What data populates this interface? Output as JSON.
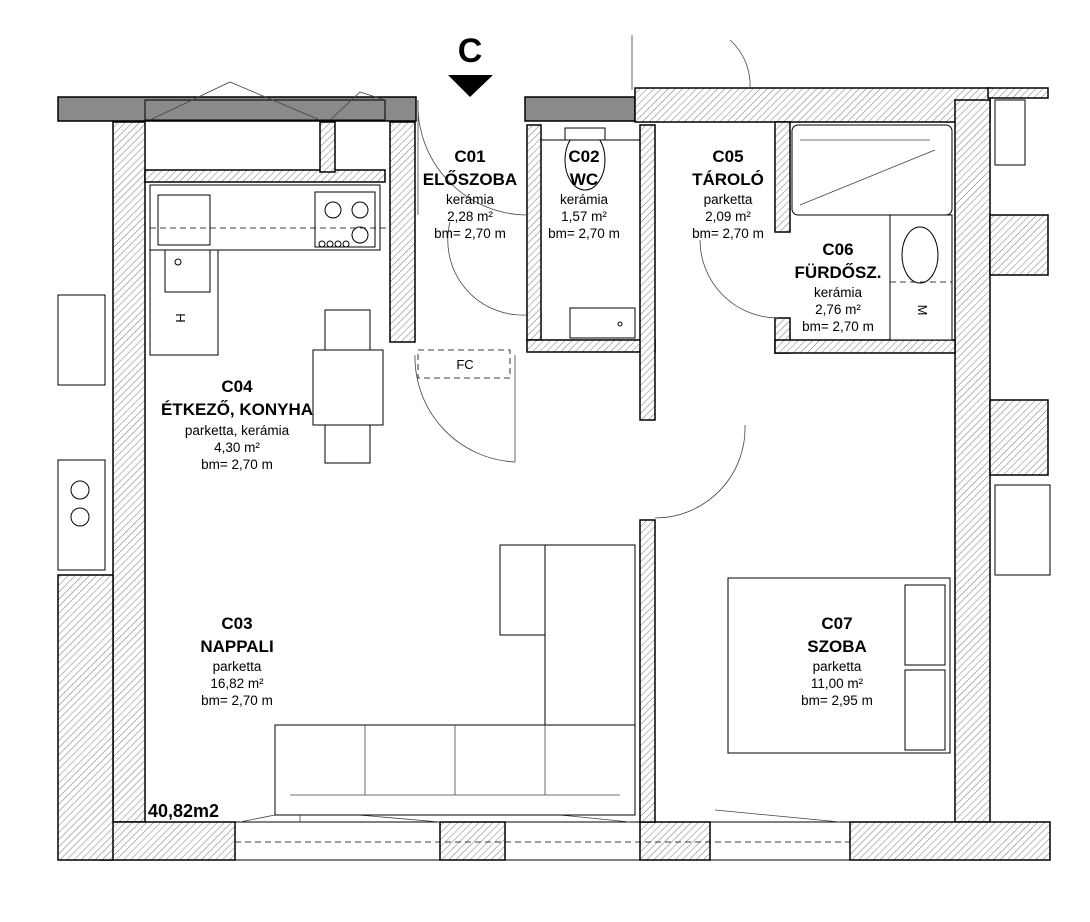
{
  "section_marker": "C",
  "total_area": "40,82m2",
  "fc_label": "FC",
  "appliance_labels": {
    "fridge": "H",
    "washer": "M"
  },
  "rooms": [
    {
      "code": "C01",
      "name": "ELŐSZOBA",
      "floor": "kerámia",
      "area": "2,28 m²",
      "height": "bm= 2,70 m"
    },
    {
      "code": "C02",
      "name": "WC",
      "floor": "kerámia",
      "area": "1,57 m²",
      "height": "bm= 2,70 m"
    },
    {
      "code": "C05",
      "name": "TÁROLÓ",
      "floor": "parketta",
      "area": "2,09 m²",
      "height": "bm= 2,70 m"
    },
    {
      "code": "C06",
      "name": "FÜRDŐSZ.",
      "floor": "kerámia",
      "area": "2,76 m²",
      "height": "bm= 2,70 m"
    },
    {
      "code": "C04",
      "name": "ÉTKEZŐ, KONYHA",
      "floor": "parketta, kerámia",
      "area": "4,30 m²",
      "height": "bm= 2,70 m"
    },
    {
      "code": "C03",
      "name": "NAPPALI",
      "floor": "parketta",
      "area": "16,82 m²",
      "height": "bm= 2,70 m"
    },
    {
      "code": "C07",
      "name": "SZOBA",
      "floor": "parketta",
      "area": "11,00 m²",
      "height": "bm= 2,95 m"
    }
  ]
}
